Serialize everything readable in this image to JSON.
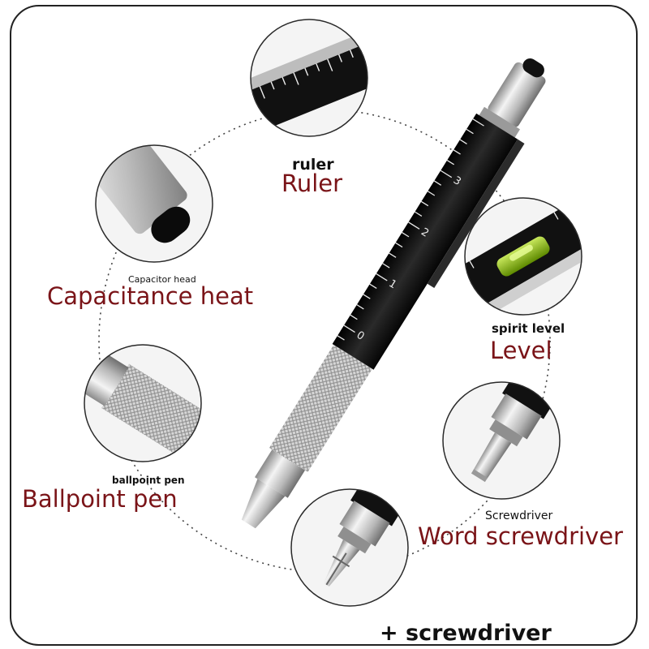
{
  "colors": {
    "label_red": "#7a1418",
    "label_dark": "#111111",
    "pen_body": "#141414",
    "chrome": "#c9c9c9",
    "level_green": "#7fb000",
    "frame_border": "#222222"
  },
  "labels": {
    "ruler_small": "ruler",
    "ruler_main": "Ruler",
    "capacitor_small": "Capacitor head",
    "capacitor_main": "Capacitance heat",
    "level_small": "spirit level",
    "level_main": "Level",
    "ballpoint_small": "ballpoint pen",
    "ballpoint_main": "Ballpoint pen",
    "screwdriver_small": "Screwdriver",
    "screwdriver_main": "Word screwdriver",
    "phillips_main": "+ screwdriver"
  },
  "ruler_marks": [
    "0",
    "1",
    "2",
    "3"
  ],
  "icons": [
    "stylus-tip-icon",
    "ruler-icon",
    "spirit-level-icon",
    "ballpoint-tip-icon",
    "flathead-screwdriver-icon",
    "phillips-screwdriver-icon"
  ]
}
